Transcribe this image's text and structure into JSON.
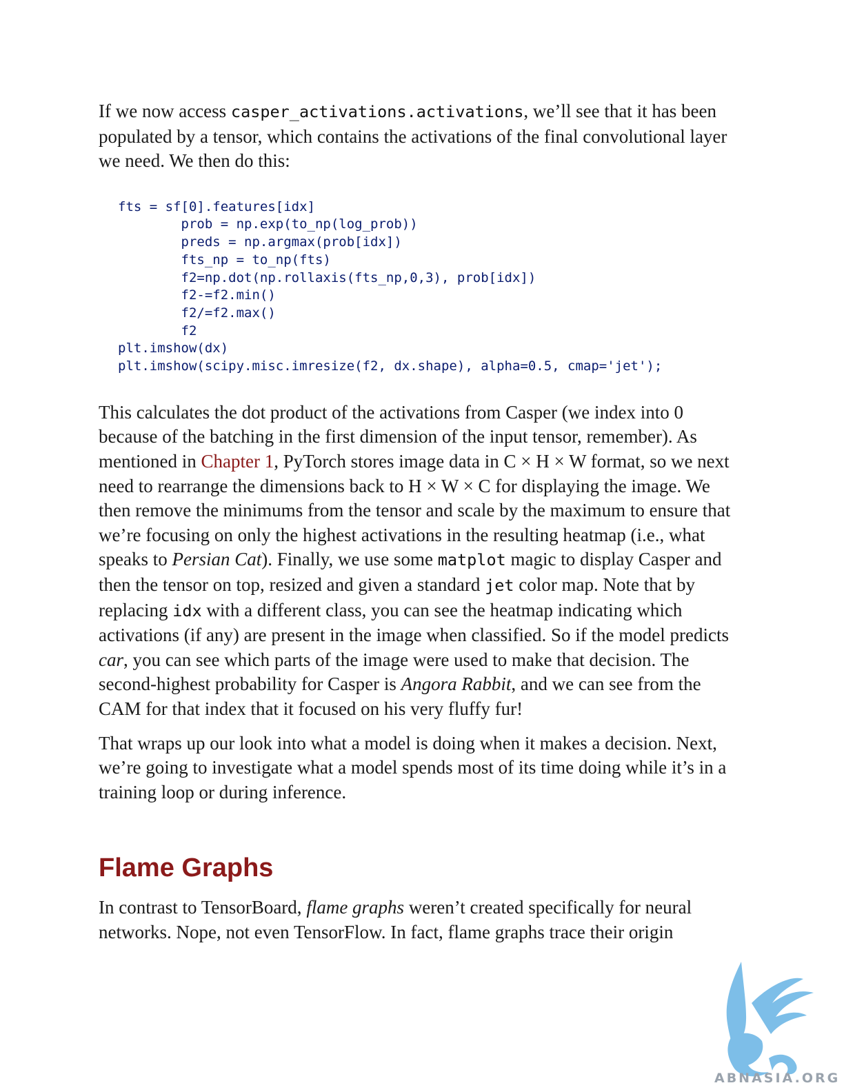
{
  "p1": {
    "t1": "If we now access ",
    "c1": "casper_activations.activations",
    "t2": ", we’ll see that it has been populated by a tensor, which contains the activations of the final convolutional layer we need. We then do this:"
  },
  "code_lines": [
    "fts = sf[0].features[idx]",
    "        prob = np.exp(to_np(log_prob))",
    "        preds = np.argmax(prob[idx])",
    "        fts_np = to_np(fts)",
    "        f2=np.dot(np.rollaxis(fts_np,0,3), prob[idx])",
    "        f2-=f2.min()",
    "        f2/=f2.max()",
    "        f2",
    "plt.imshow(dx)",
    "plt.imshow(scipy.misc.imresize(f2, dx.shape), alpha=0.5, cmap='jet');"
  ],
  "p2": {
    "t1": "This calculates the dot product of the activations from Casper (we index into 0 because of the batching in the first dimension of the input tensor, remember). As mentioned in ",
    "link": "Chapter 1",
    "t2": ", PyTorch stores image data in C × H × W format, so we next need to rearrange the dimensions back to H × W × C for displaying the image. We then remove the minimums from the tensor and scale by the maximum to ensure that we’re focusing on only the highest activations in the resulting heatmap (i.e., what speaks to ",
    "em1": "Persian Cat",
    "t3": "). Finally, we use some ",
    "c1": "matplot",
    "t4": " magic to display Casper and then the tensor on top, resized and given a standard ",
    "c2": "jet",
    "t5": " color map. Note that by replacing ",
    "c3": "idx",
    "t6": " with a different class, you can see the heatmap indicating which activations (if any) are present in the image when classified. So if the model predicts ",
    "em2": "car",
    "t7": ", you can see which parts of the image were used to make that decision. The second-highest probability for Casper is ",
    "em3": "Angora Rabbit",
    "t8": ", and we can see from the CAM for that index that it focused on his very fluffy fur!"
  },
  "p3": {
    "t1": "That wraps up our look into what a model is doing when it makes a decision. Next, we’re going to investigate what a model spends most of its time doing while it’s in a training loop or during inference."
  },
  "section": {
    "heading": "Flame Graphs"
  },
  "p4": {
    "t1": "In contrast to TensorBoard, ",
    "em1": "flame graphs",
    "t2": " weren’t created specifically for neural networks. Nope, not even TensorFlow. In fact, flame graphs trace their origin"
  },
  "watermark": {
    "text": "ABNASIA.ORG",
    "icon": "griffin-logo-icon",
    "color": "#6fb8e6"
  },
  "colors": {
    "heading": "#8b1a1a",
    "link": "#8b1a1a",
    "code_identifier": "#0a1c6e",
    "code_number": "#e07b10",
    "code_string": "#a12a1a"
  }
}
